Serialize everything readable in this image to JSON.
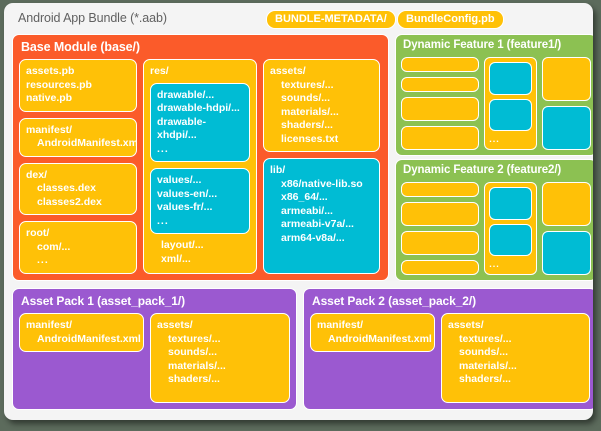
{
  "header": {
    "title": "Android App Bundle (*.aab)",
    "tags": [
      {
        "label": "BUNDLE-METADATA/",
        "color": "#FFC107"
      },
      {
        "label": "BundleConfig.pb",
        "color": "#FFC107"
      }
    ]
  },
  "colors": {
    "base_module": "#FB5B2A",
    "feature": "#8CC152",
    "asset_pack": "#9B59D0",
    "yellow": "#FFC107",
    "cyan": "#00BCD4",
    "card_bg": "#f4f4f4",
    "title_text": "#616161"
  },
  "base_module": {
    "title": "Base Module (base/)",
    "col1": {
      "protos": {
        "lines": [
          "assets.pb",
          "resources.pb",
          "native.pb"
        ]
      },
      "manifest": {
        "head": "manifest/",
        "lines": [
          "AndroidManifest.xml"
        ]
      },
      "dex": {
        "head": "dex/",
        "lines": [
          "classes.dex",
          "classes2.dex",
          "..."
        ]
      },
      "root": {
        "head": "root/",
        "lines": [
          "com/...",
          "..."
        ]
      }
    },
    "col2": {
      "res": {
        "head": "res/",
        "drawable": [
          "drawable/...",
          "drawable-hdpi/...",
          "drawable-xhdpi/...",
          "..."
        ],
        "values": [
          "values/...",
          "values-en/...",
          "values-fr/...",
          "..."
        ],
        "tail": [
          "layout/...",
          "xml/...",
          "..."
        ]
      }
    },
    "col3": {
      "assets": {
        "head": "assets/",
        "lines": [
          "textures/...",
          "sounds/...",
          "materials/...",
          "shaders/...",
          "licenses.txt"
        ]
      },
      "lib": {
        "head": "lib/",
        "lines": [
          "x86/native-lib.so",
          "x86_64/...",
          "armeabi/...",
          "armeabi-v7a/...",
          "arm64-v8a/..."
        ]
      }
    }
  },
  "features": [
    {
      "title": "Dynamic Feature 1 (feature1/)",
      "res_dots": "..."
    },
    {
      "title": "Dynamic Feature 2 (feature2/)",
      "res_dots": "..."
    }
  ],
  "asset_packs": [
    {
      "title": "Asset Pack 1 (asset_pack_1/)",
      "manifest": {
        "head": "manifest/",
        "lines": [
          "AndroidManifest.xml"
        ]
      },
      "assets": {
        "head": "assets/",
        "lines": [
          "textures/...",
          "sounds/...",
          "materials/...",
          "shaders/..."
        ]
      }
    },
    {
      "title": "Asset Pack 2 (asset_pack_2/)",
      "manifest": {
        "head": "manifest/",
        "lines": [
          "AndroidManifest.xml"
        ]
      },
      "assets": {
        "head": "assets/",
        "lines": [
          "textures/...",
          "sounds/...",
          "materials/...",
          "shaders/..."
        ]
      }
    }
  ]
}
